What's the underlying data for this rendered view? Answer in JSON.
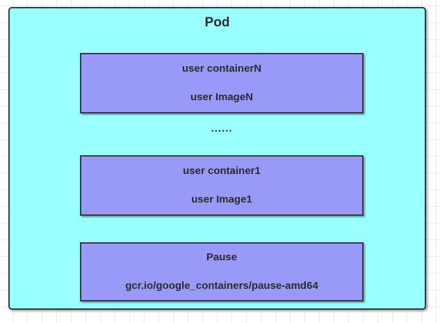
{
  "diagram": {
    "title": "Pod",
    "ellipsis": "......",
    "containers": [
      {
        "name": "user containerN",
        "image": "user ImageN"
      },
      {
        "name": "user container1",
        "image": "user Image1"
      },
      {
        "name": "Pause",
        "image": "gcr.io/google_containers/pause-amd64"
      }
    ],
    "colors": {
      "pod_fill": "#99FFFF",
      "container_fill": "#9999FA",
      "border": "#3A3A3A",
      "text": "#2B2B2B",
      "grid_line": "#ECECEC",
      "canvas_bg": "#FFFFFF"
    }
  }
}
